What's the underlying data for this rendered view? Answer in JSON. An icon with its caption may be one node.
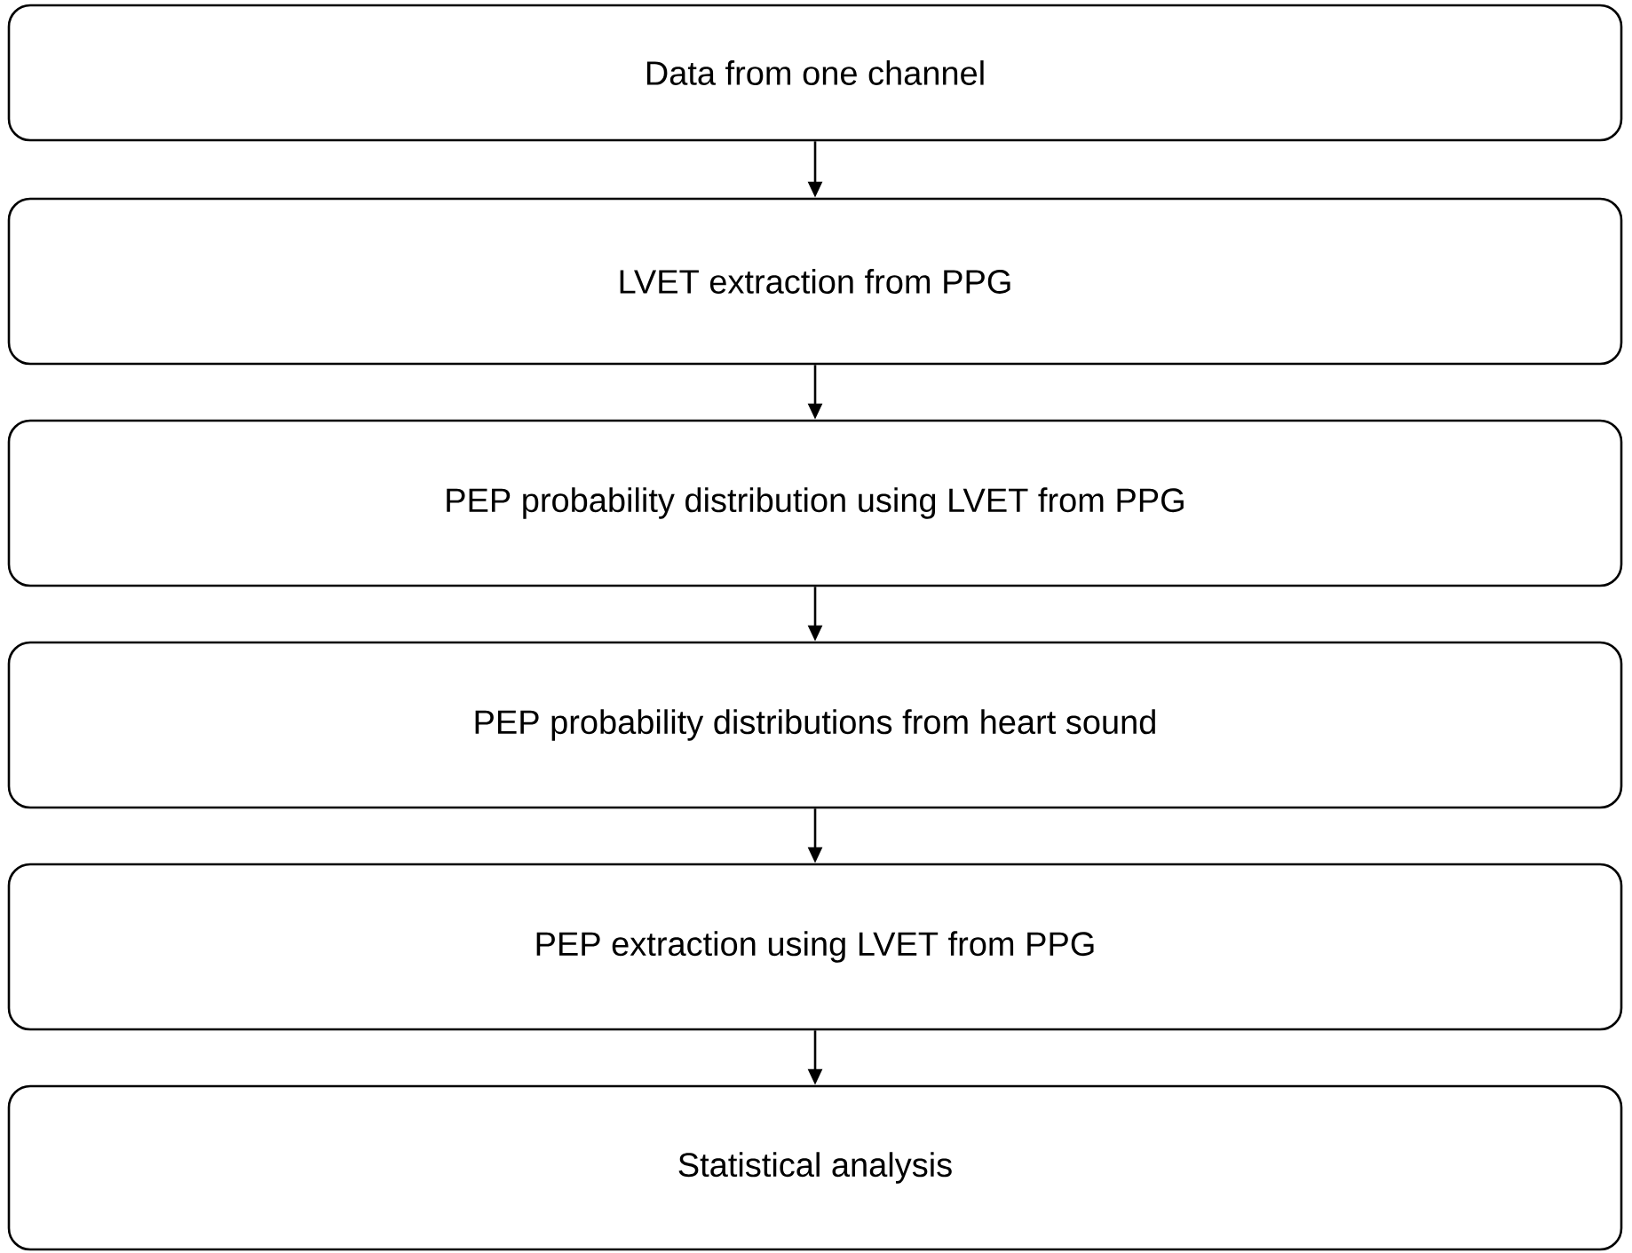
{
  "diagram": {
    "nodes": [
      {
        "text": [
          "Data from one channel"
        ]
      },
      {
        "text": [
          "LVET extraction from PPG"
        ]
      },
      {
        "text": [
          "PEP probability distribution using LVET from PPG"
        ]
      },
      {
        "text": [
          "PEP probability distributions from heart sound"
        ]
      },
      {
        "text": [
          "PEP extraction using LVET from PPG"
        ]
      },
      {
        "text": [
          "Statistical analysis"
        ]
      }
    ],
    "edges": [
      {
        "from": 0,
        "to": 1,
        "arrow": "to"
      },
      {
        "from": 1,
        "to": 2,
        "arrow": "to"
      },
      {
        "from": 2,
        "to": 3,
        "arrow": "to"
      },
      {
        "from": 3,
        "to": 4,
        "arrow": "to"
      },
      {
        "from": 4,
        "to": 5,
        "arrow": "to"
      }
    ]
  }
}
